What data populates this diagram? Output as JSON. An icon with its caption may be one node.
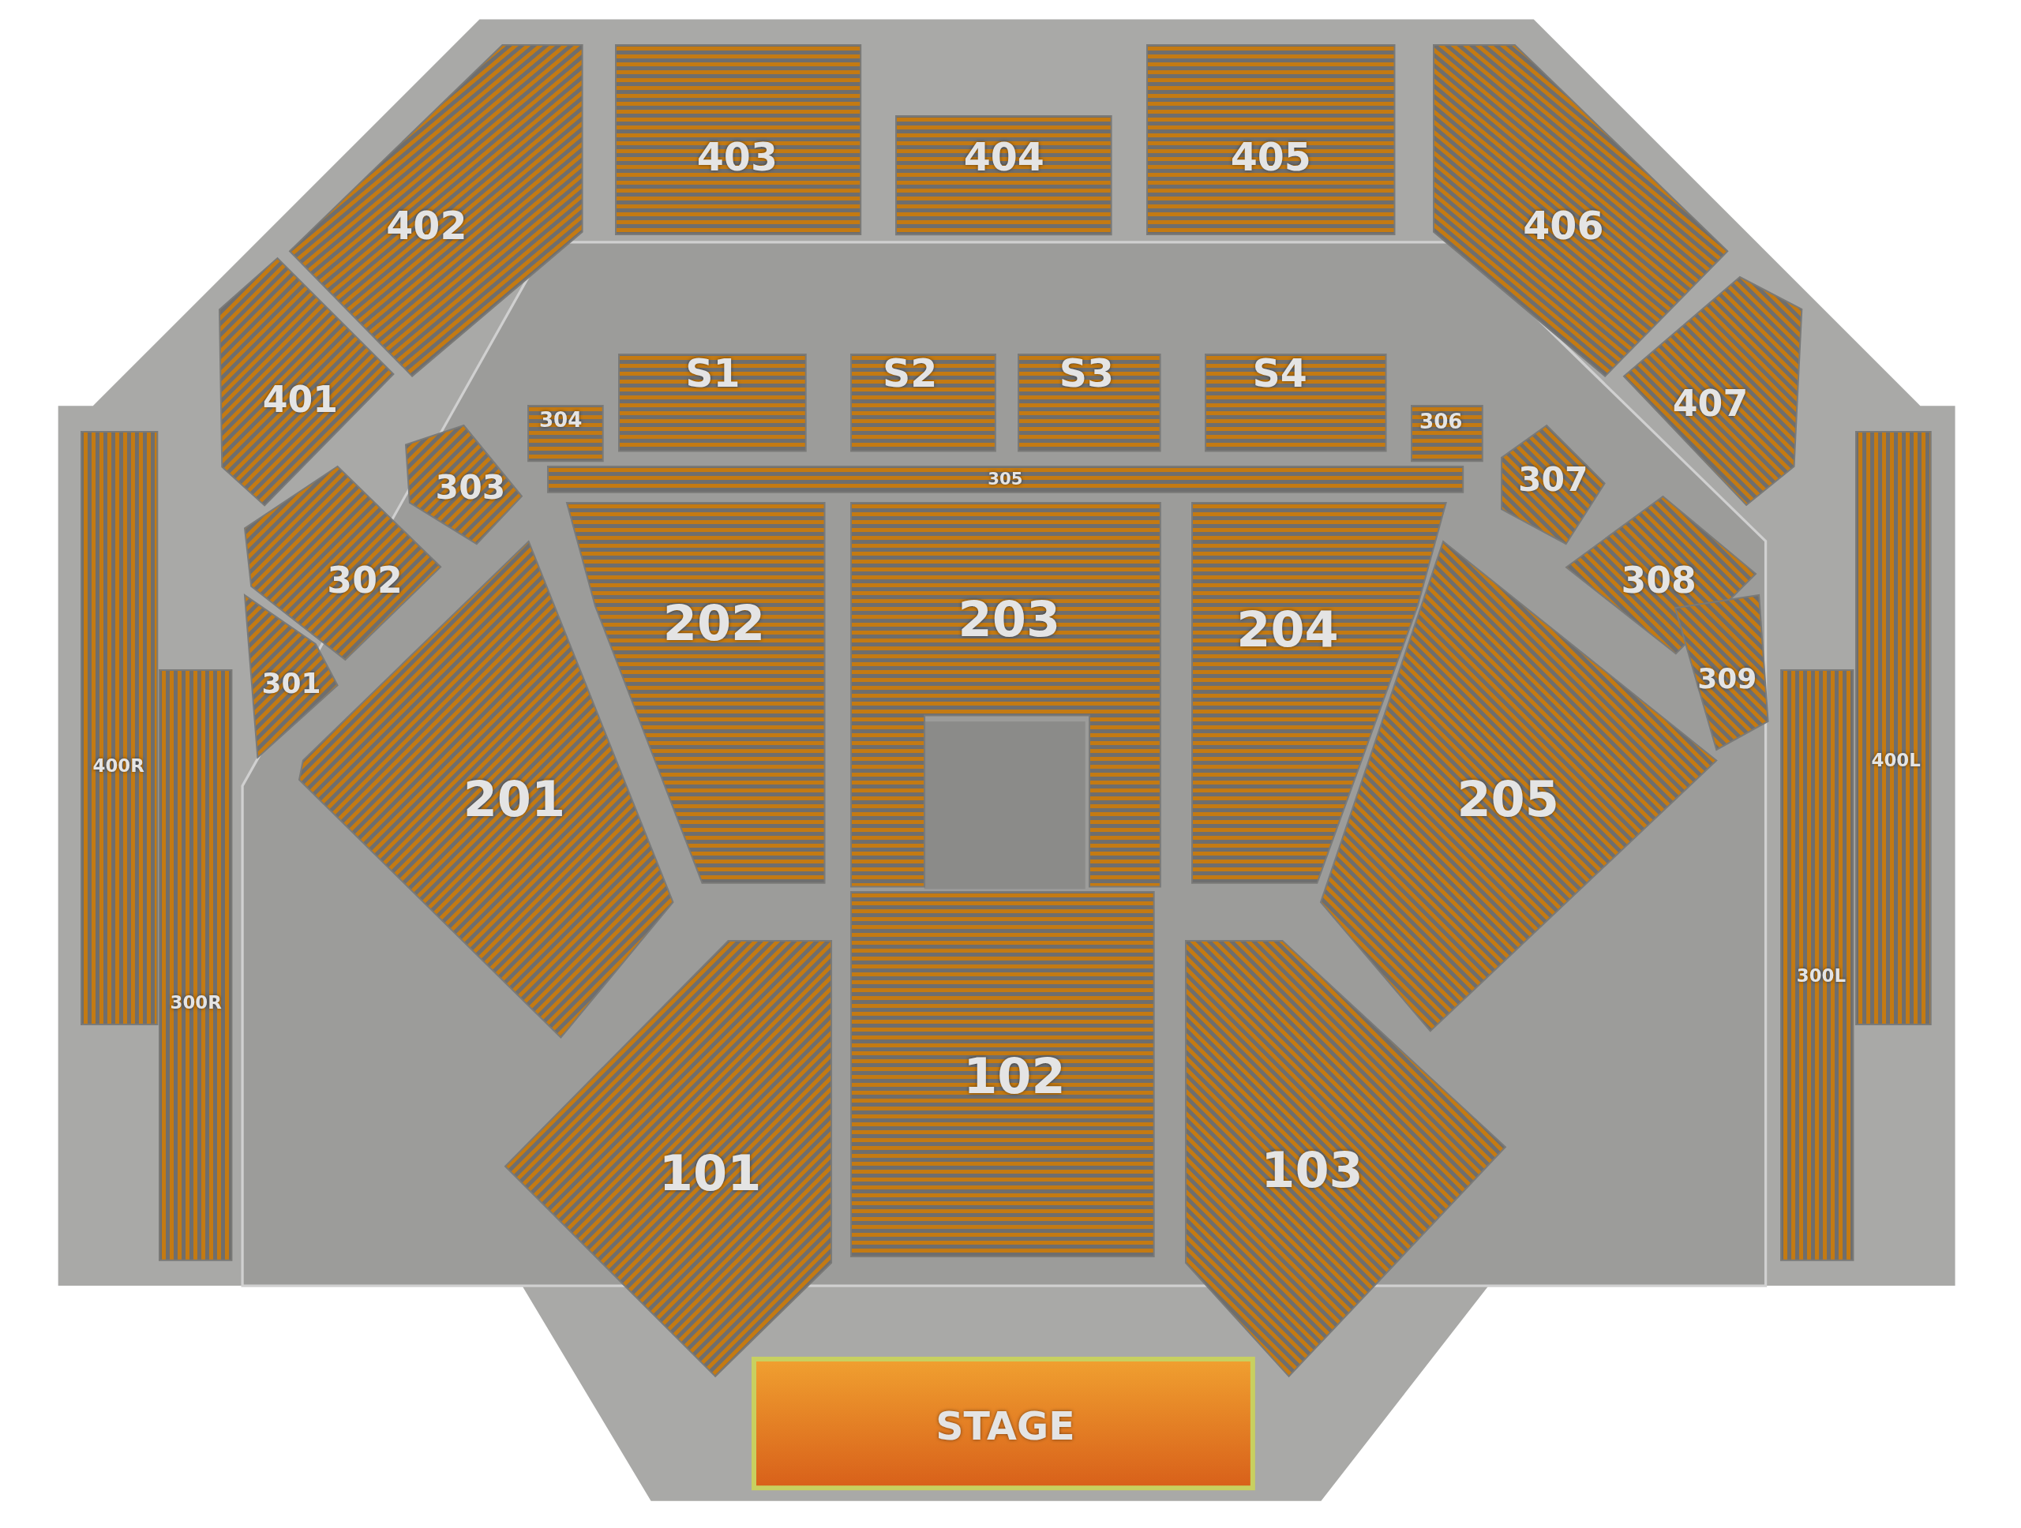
{
  "diagram": {
    "nodes": [
      {
        "text": [
          "403"
        ]
      },
      {
        "text": [
          "404"
        ]
      },
      {
        "text": [
          "405"
        ]
      },
      {
        "text": [
          "402"
        ]
      },
      {
        "text": [
          "406"
        ]
      },
      {
        "text": [
          "401"
        ]
      },
      {
        "text": [
          "S1"
        ]
      },
      {
        "text": [
          "S2"
        ]
      },
      {
        "text": [
          "S3"
        ]
      },
      {
        "text": [
          "S4"
        ]
      },
      {
        "text": [
          "304"
        ]
      },
      {
        "text": [
          "306"
        ]
      },
      {
        "text": [
          "407"
        ]
      },
      {
        "text": [
          "305"
        ]
      },
      {
        "text": [
          "303"
        ]
      },
      {
        "text": [
          "307"
        ]
      },
      {
        "text": [
          "302"
        ]
      },
      {
        "text": [
          "202"
        ]
      },
      {
        "text": [
          "203"
        ]
      },
      {
        "text": [
          "204"
        ]
      },
      {
        "text": [
          "308"
        ]
      },
      {
        "text": [
          "301"
        ]
      },
      {
        "text": [
          "309"
        ]
      },
      {
        "text": [
          "400R"
        ]
      },
      {
        "text": [
          "400L"
        ]
      },
      {
        "text": [
          "201"
        ]
      },
      {
        "text": [
          "205"
        ]
      },
      {
        "text": [
          "300R"
        ]
      },
      {
        "text": [
          "300L"
        ]
      },
      {
        "text": [
          "102"
        ]
      },
      {
        "text": [
          "101"
        ]
      },
      {
        "text": [
          "103"
        ]
      },
      {
        "text": [
          "STAGE"
        ]
      }
    ]
  }
}
